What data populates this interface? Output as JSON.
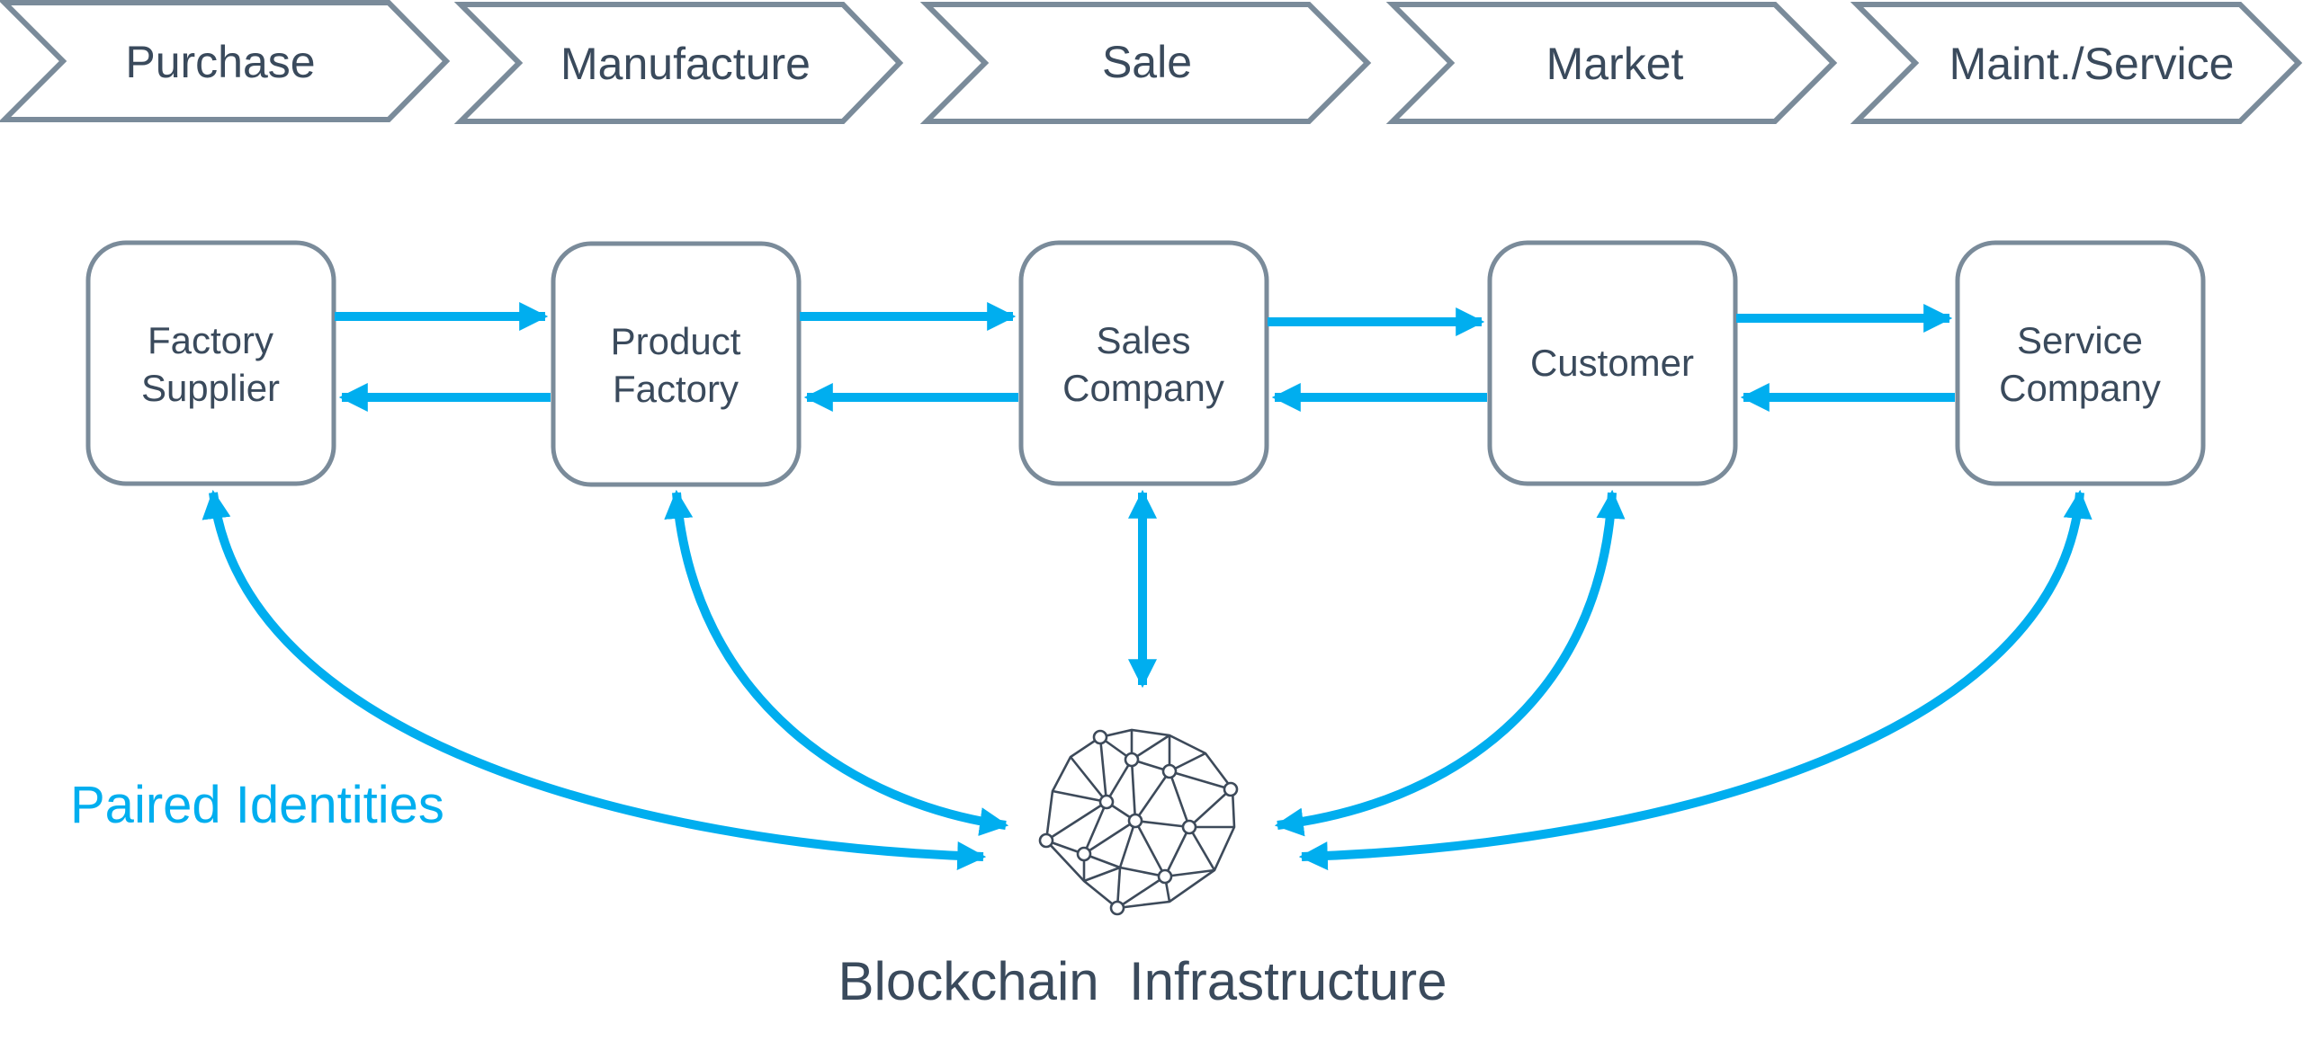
{
  "colors": {
    "accent": "#00aeef",
    "outline": "#7a8b9a",
    "text": "#3a4a5c",
    "network": "#3d4a5a"
  },
  "stages": [
    {
      "label": "Purchase"
    },
    {
      "label": "Manufacture"
    },
    {
      "label": "Sale"
    },
    {
      "label": "Market"
    },
    {
      "label": "Maint./Service"
    }
  ],
  "nodes": [
    {
      "lines": [
        "Factory",
        "Supplier"
      ]
    },
    {
      "lines": [
        "Product",
        "Factory"
      ]
    },
    {
      "lines": [
        "Sales",
        "Company"
      ]
    },
    {
      "lines": [
        "Customer"
      ]
    },
    {
      "lines": [
        "Service",
        "Company"
      ]
    }
  ],
  "paired_identities_label": "Paired Identities",
  "infrastructure": {
    "label": "Blockchain  Infrastructure",
    "icon": "blockchain-network-icon"
  }
}
